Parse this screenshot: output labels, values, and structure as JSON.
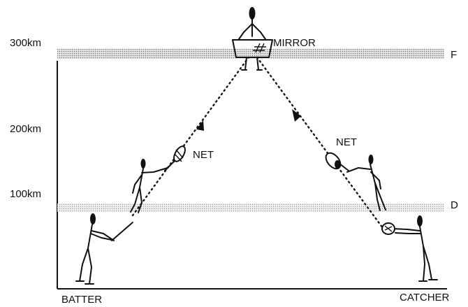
{
  "scale": {
    "label_300": "300km",
    "label_200": "200km",
    "label_100": "100km"
  },
  "layers": {
    "f_label": "F",
    "d_label": "D"
  },
  "labels": {
    "mirror": "MIRROR",
    "net_left": "NET",
    "net_right": "NET",
    "batter": "BATTER",
    "catcher": "CATCHER"
  }
}
